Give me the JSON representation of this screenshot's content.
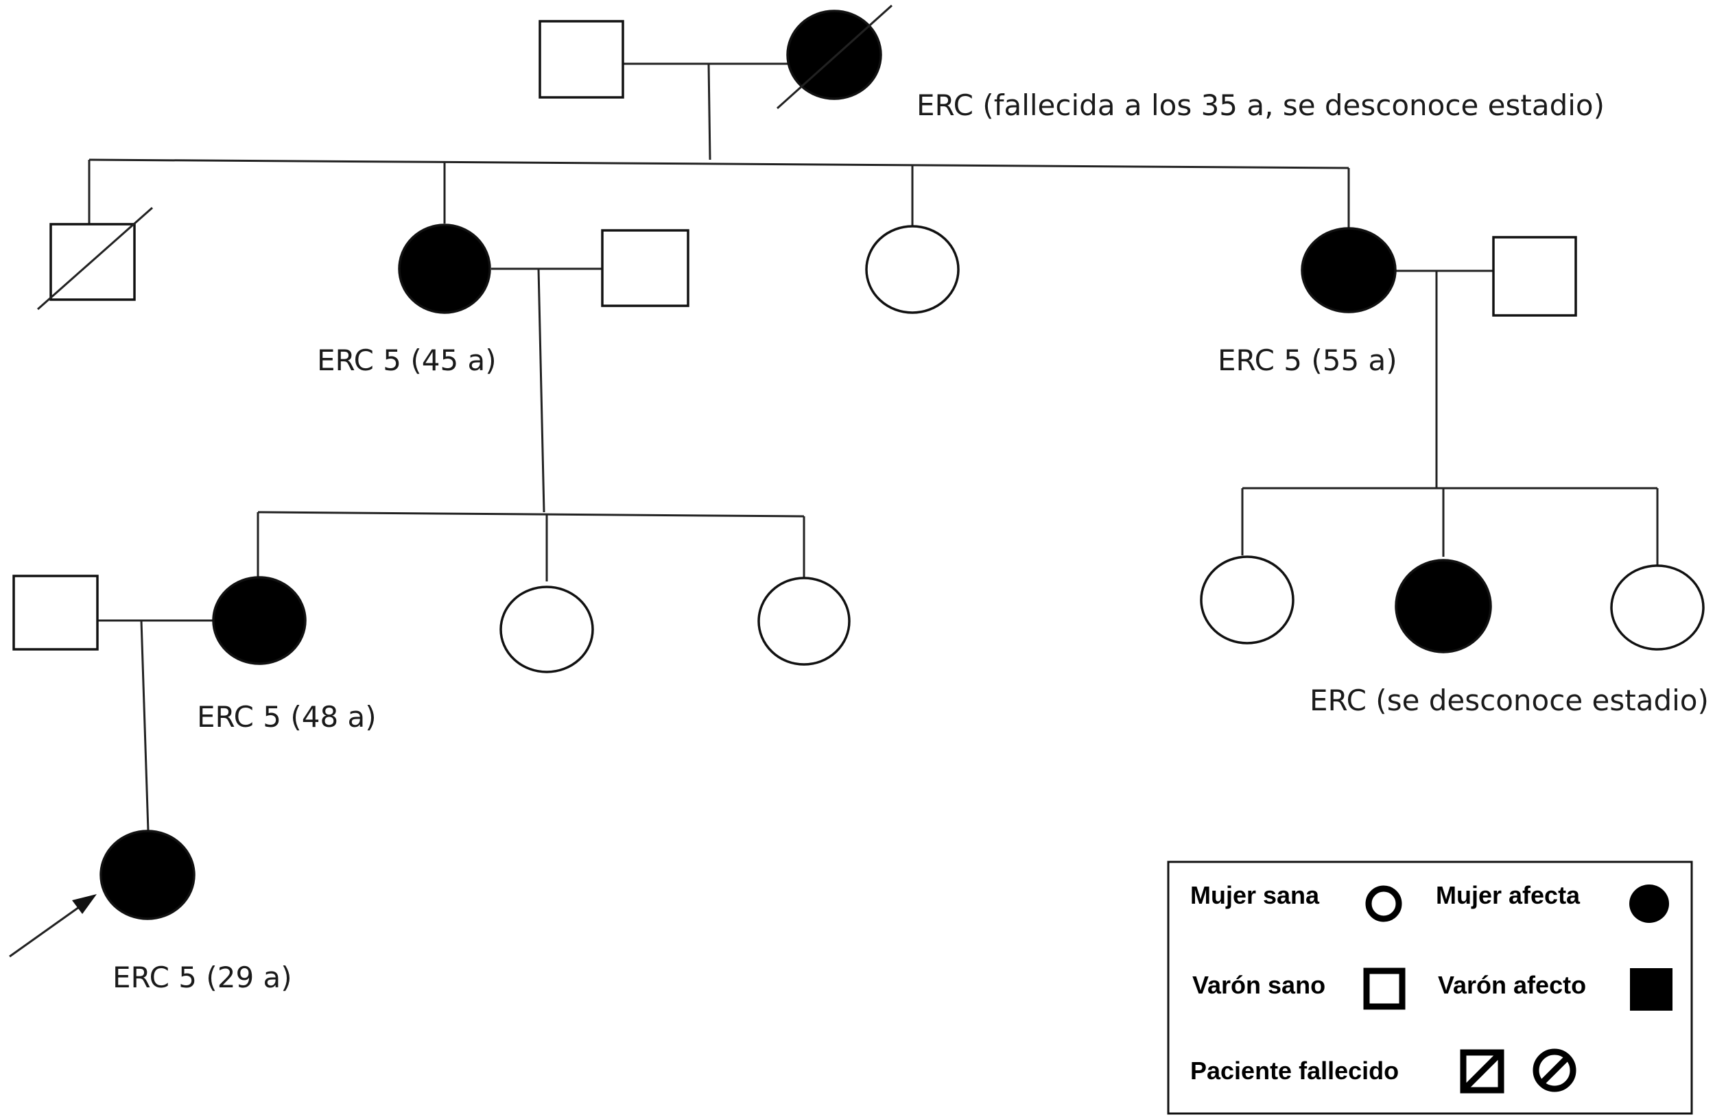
{
  "annotations": {
    "grandmother": "ERC (fallecida a los 35 a, se desconoce estadio)",
    "aunt_left": "ERC 5 (45 a)",
    "aunt_right": "ERC 5 (55 a)",
    "mother": "ERC 5 (48 a)",
    "cousin": "ERC (se desconoce estadio)",
    "proband": "ERC 5 (29 a)"
  },
  "legend": {
    "female_healthy": "Mujer sana",
    "female_affected": "Mujer afecta",
    "male_healthy": "Varón sano",
    "male_affected": "Varón afecto",
    "deceased": "Paciente fallecido"
  },
  "colors": {
    "affected": "#000000",
    "healthy": "#ffffff",
    "line": "#222222"
  }
}
